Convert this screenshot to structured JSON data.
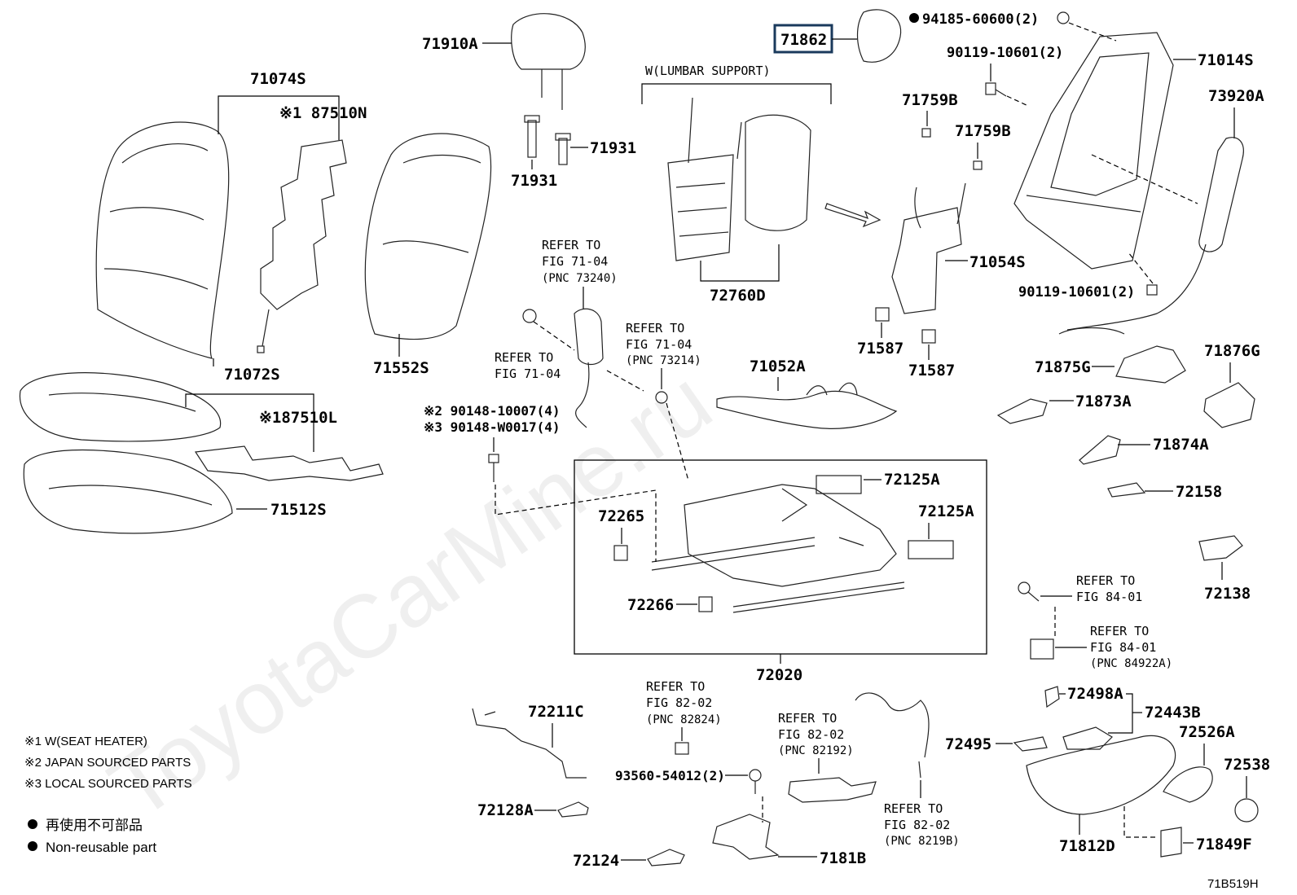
{
  "labels": {
    "p71910A": "71910A",
    "p71074S": "71074S",
    "p87510N": "※1 87510N",
    "p71931a": "71931",
    "p71931b": "71931",
    "p71072S": "71072S",
    "p71552S": "71552S",
    "p87510L": "※187510L",
    "p71512S": "71512S",
    "p71862": "71862",
    "p94185": "94185-60600(2)",
    "p90119a": "90119-10601(2)",
    "p71014S": "71014S",
    "p73920A": "73920A",
    "p71759Ba": "71759B",
    "p71759Bb": "71759B",
    "lumbar": "W(LUMBAR SUPPORT)",
    "p71054S": "71054S",
    "p72760D": "72760D",
    "p90119b": "90119-10601(2)",
    "p71587a": "71587",
    "p71587b": "71587",
    "p71052A": "71052A",
    "p71875G": "71875G",
    "p71876G": "71876G",
    "p71873A": "71873A",
    "p71874A": "71874A",
    "p72158": "72158",
    "p72138": "72138",
    "p72125Aa": "72125A",
    "p72125Ab": "72125A",
    "p72265": "72265",
    "p72266": "72266",
    "p72020": "72020",
    "p90148a": "※2 90148-10007(4)",
    "p90148b": "※3 90148-W0017(4)",
    "p72211C": "72211C",
    "p72128A": "72128A",
    "p72124": "72124",
    "p93560": "93560-54012(2)",
    "p7181B": "7181B",
    "p72498A": "72498A",
    "p72443B": "72443B",
    "p72495": "72495",
    "p72526A": "72526A",
    "p72538": "72538",
    "p71812D": "71812D",
    "p71849F": "71849F"
  },
  "refers": {
    "r1": [
      "REFER TO",
      "FIG 71-04",
      "(PNC 73240)"
    ],
    "r2": [
      "REFER TO",
      "FIG 71-04"
    ],
    "r3": [
      "REFER TO",
      "FIG 71-04",
      "(PNC 73214)"
    ],
    "r4": [
      "REFER TO",
      "FIG 84-01"
    ],
    "r5": [
      "REFER TO",
      "FIG 84-01",
      "(PNC 84922A)"
    ],
    "r6": [
      "REFER TO",
      "FIG 82-02",
      "(PNC 82824)"
    ],
    "r7": [
      "REFER TO",
      "FIG 82-02",
      "(PNC 82192)"
    ],
    "r8": [
      "REFER TO",
      "FIG 82-02",
      "(PNC 8219B)"
    ]
  },
  "notes": [
    "※1 W(SEAT HEATER)",
    "※2 JAPAN SOURCED PARTS",
    "※3 LOCAL SOURCED PARTS"
  ],
  "legend": [
    {
      "symbol": "●",
      "text": "再使用不可部品"
    },
    {
      "symbol": "●",
      "text": "Non-reusable part"
    }
  ],
  "watermark": "ToyotaCarMine.ru",
  "diagram_code": "71B519H",
  "highlight_color": "#1a3a5c"
}
